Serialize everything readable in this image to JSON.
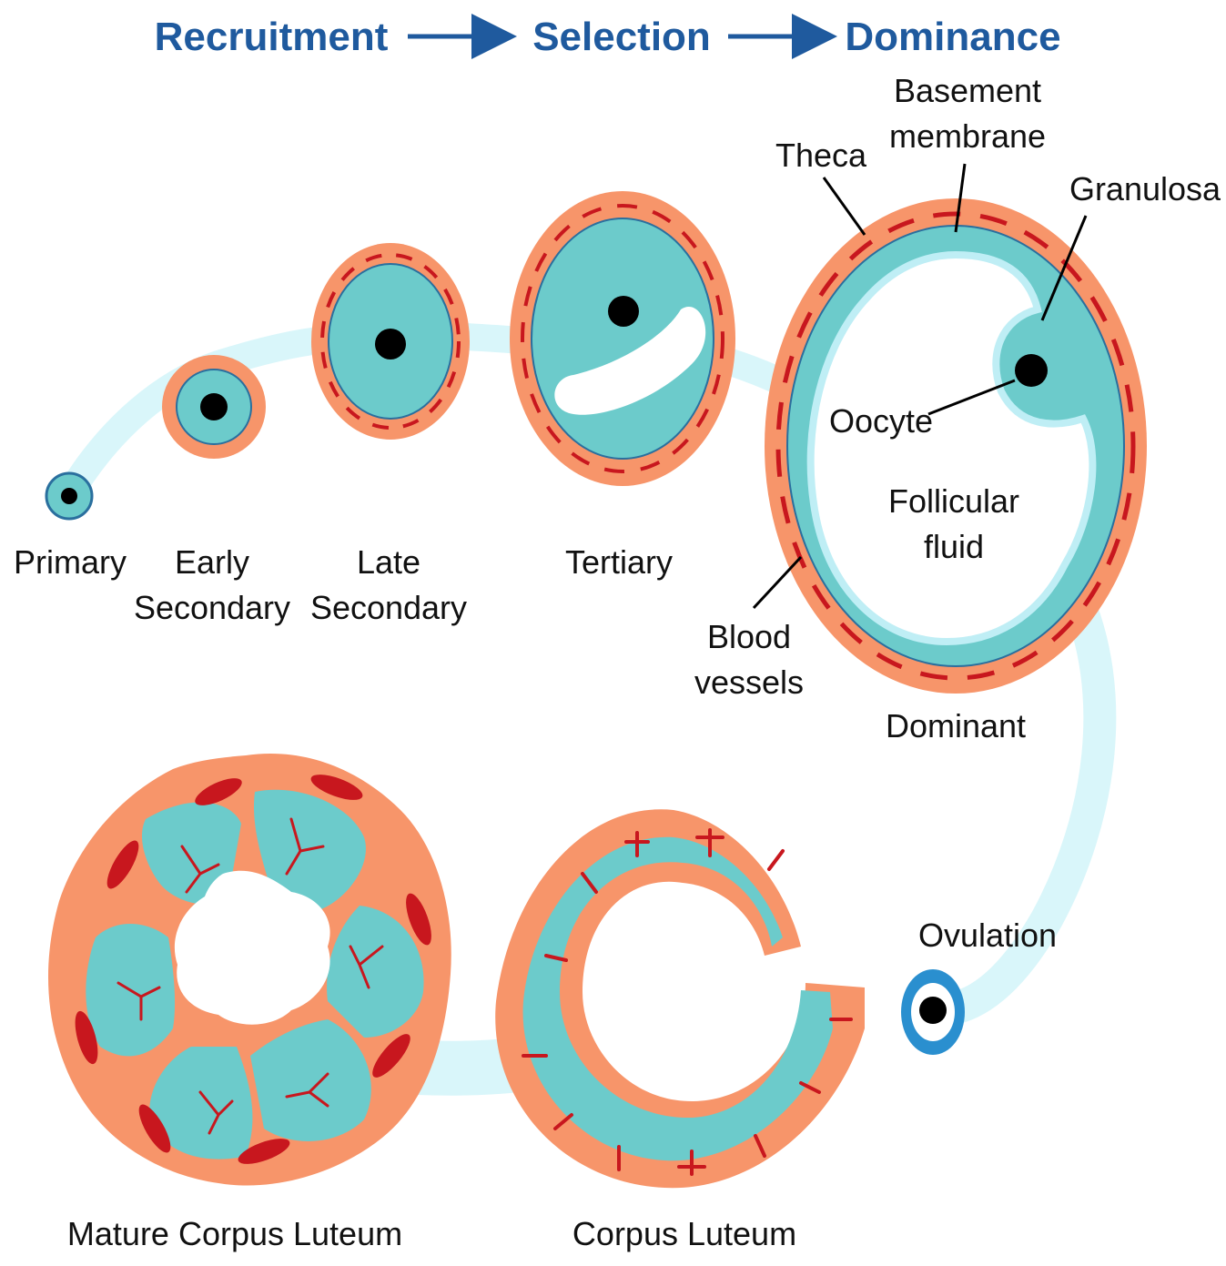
{
  "stages": [
    "Recruitment",
    "Selection",
    "Dominance"
  ],
  "follicles": {
    "primary": "Primary",
    "early_secondary": [
      "Early",
      "Secondary"
    ],
    "late_secondary": [
      "Late",
      "Secondary"
    ],
    "tertiary": "Tertiary",
    "dominant": "Dominant",
    "ovulation": "Ovulation",
    "corpus_luteum": "Corpus Luteum",
    "mature_corpus_luteum": "Mature Corpus Luteum"
  },
  "parts": {
    "theca": "Theca",
    "basement_membrane": [
      "Basement",
      "membrane"
    ],
    "granulosa": "Granulosa",
    "oocyte": "Oocyte",
    "follicular_fluid": [
      "Follicular",
      "fluid"
    ],
    "blood_vessels": [
      "Blood",
      "vessels"
    ]
  },
  "colors": {
    "stage_text": "#1f5a9e",
    "theca": "#f7956a",
    "granulosa": "#6ccbcb",
    "fluid": "#ffffff",
    "path": "#d9f6fa",
    "vessel": "#c8171e",
    "oocyte": "#000000",
    "ovum_ring": "#2a8fcf"
  }
}
